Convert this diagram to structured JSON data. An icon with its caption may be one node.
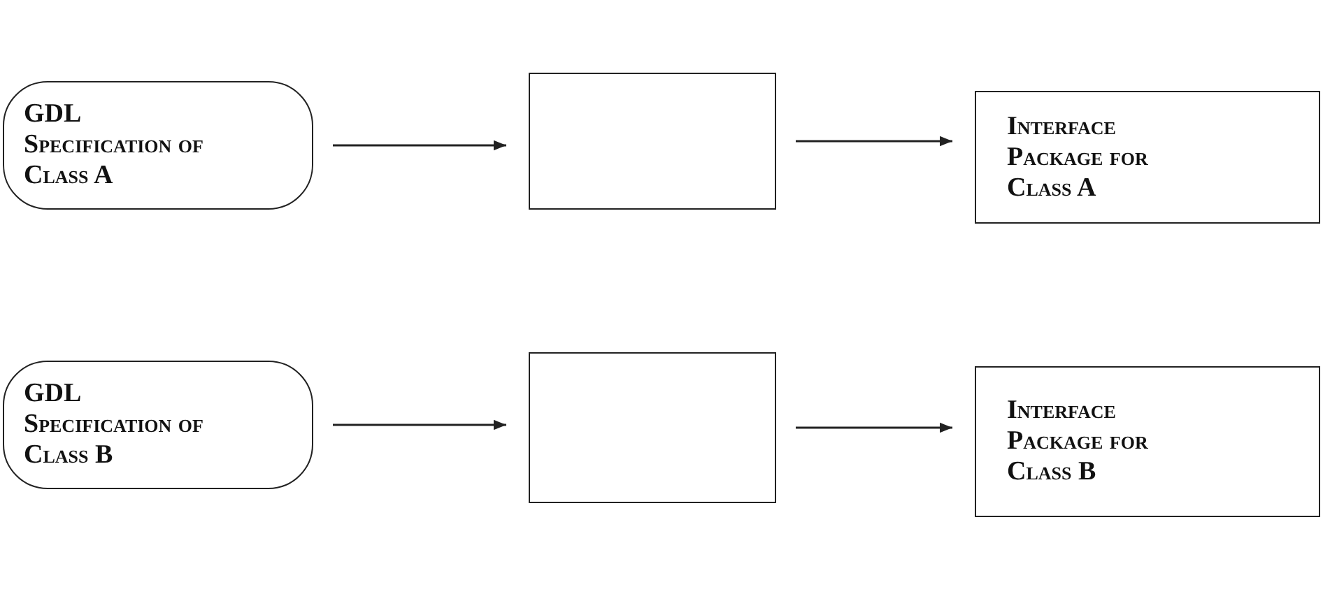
{
  "diagram": {
    "nodes": [
      {
        "text": [
          "GDL Specification of Class A"
        ]
      },
      {
        "text": [],
        "shape": "box"
      },
      {
        "text": [
          "Interface Package for Class A"
        ]
      },
      {
        "text": [
          "GDL Specification of Class B"
        ]
      },
      {
        "text": [],
        "shape": "box"
      },
      {
        "text": [
          "Interface Package for Class B"
        ]
      }
    ],
    "edges": [
      {
        "from": 0,
        "to": 1,
        "arrow": "to"
      },
      {
        "from": 1,
        "to": 2,
        "arrow": "to"
      },
      {
        "from": 3,
        "to": 4,
        "arrow": "to"
      },
      {
        "from": 4,
        "to": 5,
        "arrow": "to"
      }
    ]
  }
}
